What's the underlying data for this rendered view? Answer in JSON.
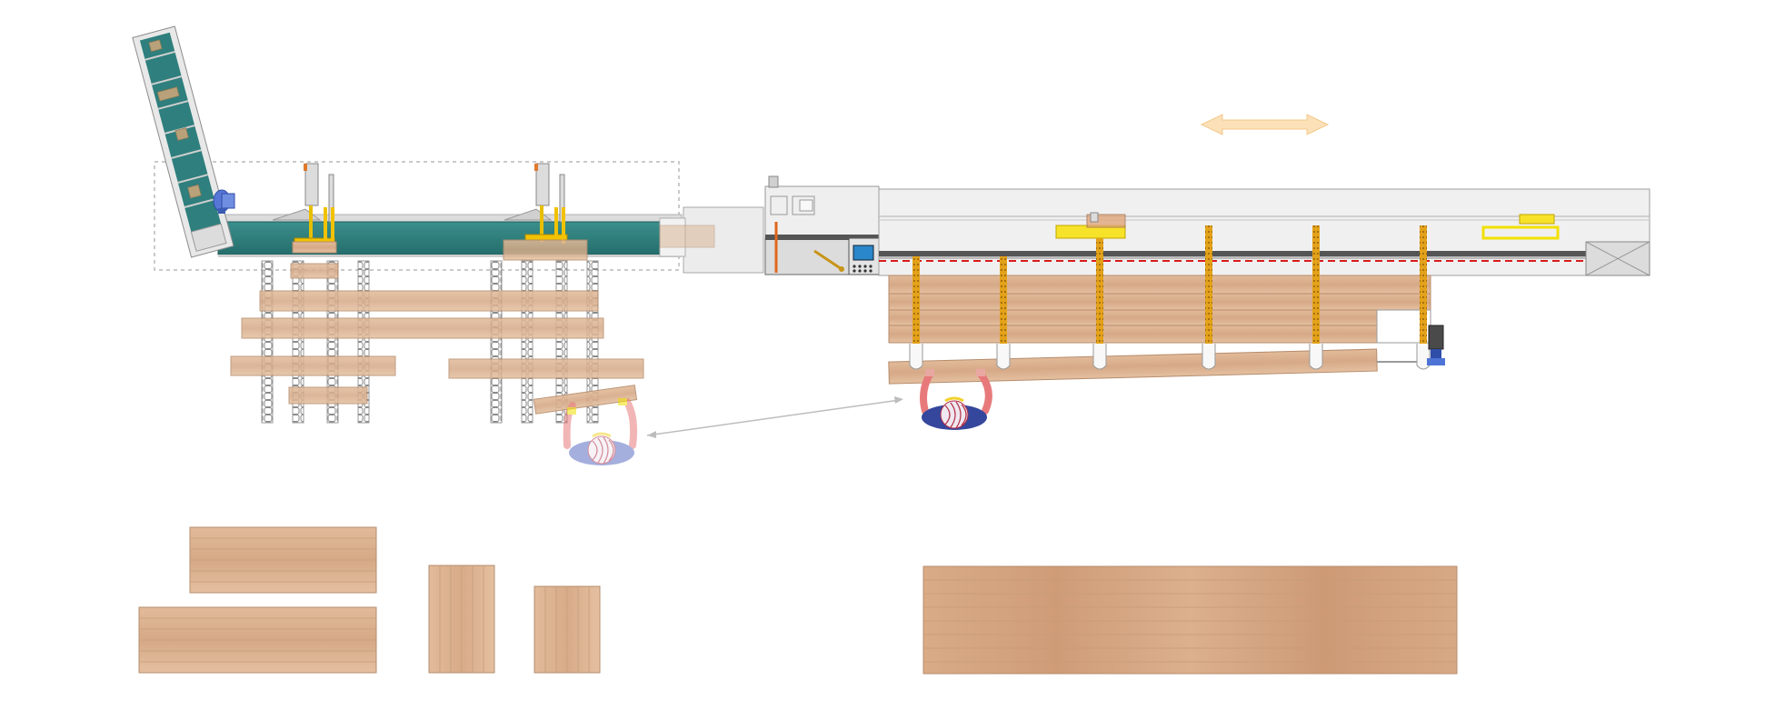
{
  "diagram": {
    "type": "sawmill-plan-layout",
    "colors": {
      "conveyor": "#2e7f7d",
      "wood_light": "#e7c4a6",
      "wood_mid": "#d8ab88",
      "wood_dark": "#c79271",
      "machine_panel": "#ececec",
      "outline": "#9a9a9a",
      "orange_arrow": "#fbe0b8",
      "yellow": "#f2e000",
      "gauge_orange": "#e3a21a",
      "cut_line": "#d81c1c",
      "operator_body": "#35479c",
      "operator_arm": "#e8797b",
      "motor_blue": "#4d73d6",
      "screen_blue": "#2a87c9"
    },
    "icons": [
      "incline-infeed-conveyor-icon",
      "motor-icon",
      "end-stop-icon",
      "saw-unit-icon",
      "operator-icon",
      "double-arrow-icon"
    ],
    "components": [
      "incline-conveyor",
      "transfer-conveyor",
      "vertical-presses",
      "chain-transfers",
      "crosscut-saw",
      "length-stops",
      "board-table",
      "operator-1",
      "operator-2",
      "output-stacks"
    ]
  }
}
